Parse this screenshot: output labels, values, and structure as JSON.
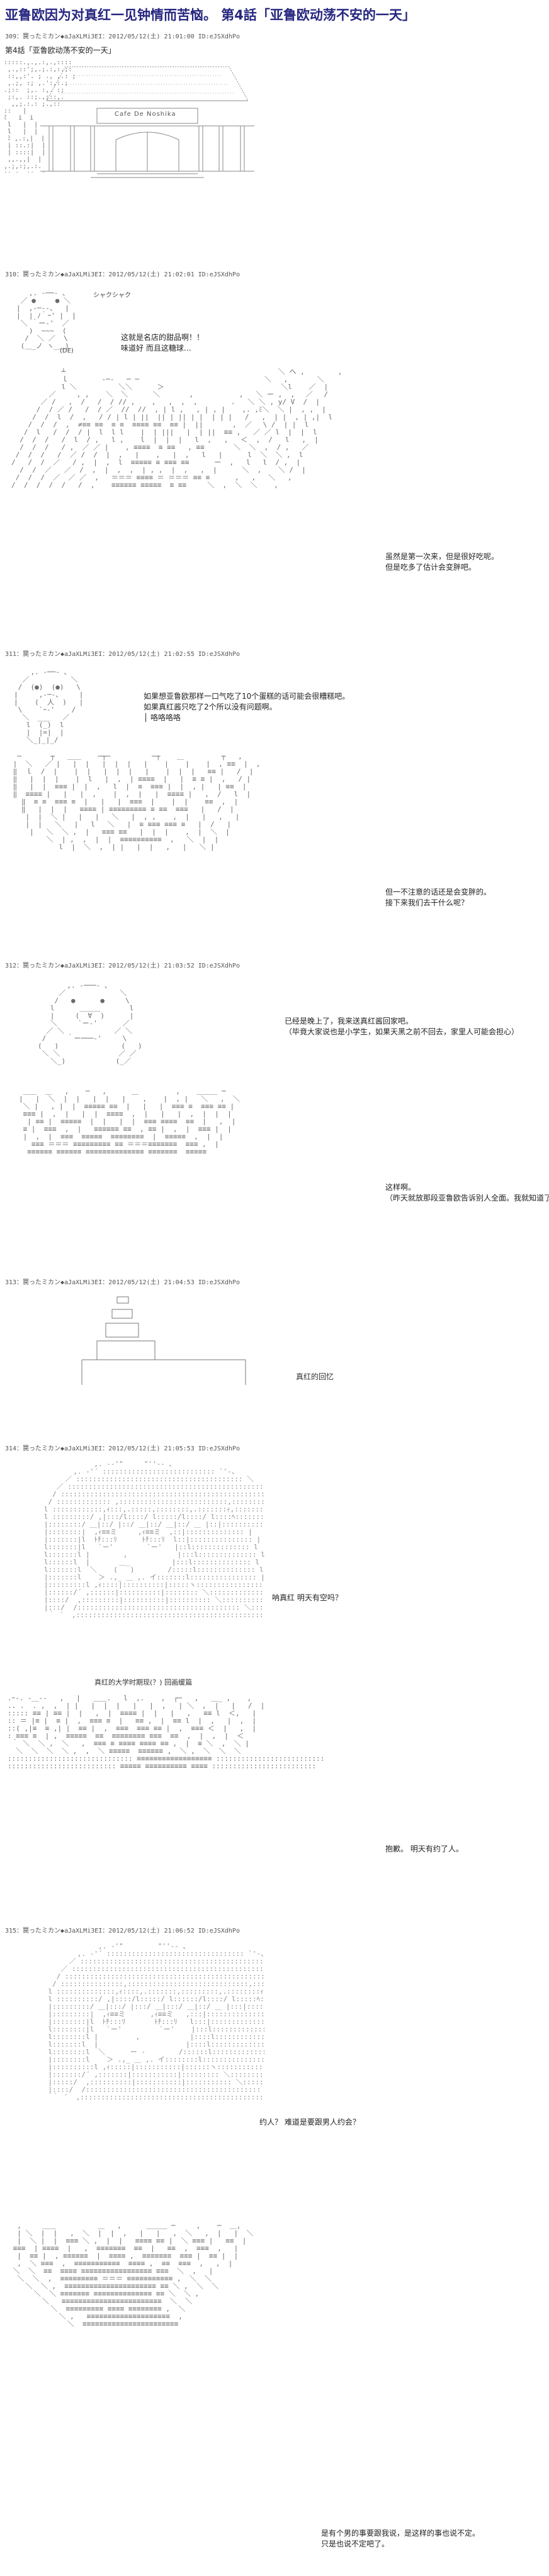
{
  "title": "亚鲁欧因为对真红一见钟情而苦恼。 第4話「亚鲁欧动荡不安的一天」",
  "posts": [
    {
      "header": "309：罠ったミカン◆aJaXLMi3EI：2012/05/12(土) 21:01:00 ID:eJSXdhPo",
      "chapter": "第4話「亚鲁欧动荡不安的一天」",
      "sign": "Cafe De Noshika"
    },
    {
      "header": "310：罠ったミカン◆aJaXLMi3EI：2012/05/12(土) 21:02:01 ID:eJSXdhPo",
      "sfx": "シャクシャク",
      "face_label": "(DE)",
      "lines_a": [
        "这就是名店的甜品啊！！",
        "味道好 而且这糖球…"
      ],
      "lines_b": [
        "虽然是第一次来，但是很好吃呢。",
        "",
        "但是吃多了估计会变胖吧。"
      ]
    },
    {
      "header": "311：罠ったミカン◆aJaXLMi3EI：2012/05/12(土) 21:02:55 ID:eJSXdhPo",
      "lines_a": [
        "如果想亚鲁欧那样一口气吃了10个蛋糕的话可能会很糟糕吧。",
        "",
        "如果真红酱只吃了2个所以没有问题啊。",
        "│ 咯咯咯咯"
      ],
      "lines_b": [
        "但一不注意的话还是会变胖的。",
        "",
        "接下来我们去干什么呢？"
      ]
    },
    {
      "header": "312：罠ったミカン◆aJaXLMi3EI：2012/05/12(土) 21:03:52 ID:eJSXdhPo",
      "lines_a": [
        "已经是晚上了，我来送真红酱回家吧。",
        "",
        "（毕竟大家说也是小学生，如果天黑之前不回去，家里人可能会担心）"
      ],
      "lines_b": [
        "这样啊。",
        "",
        "（昨天就放那段亚鲁欧告诉别人全面。我就知道了吧。）"
      ]
    },
    {
      "header": "313：罠ったミカン◆aJaXLMi3EI：2012/05/12(土) 21:04:53 ID:eJSXdhPo",
      "caption": "真红的回忆"
    },
    {
      "header": "314：罠ったミカン◆aJaXLMi3EI：2012/05/12(土) 21:05:53 ID:eJSXdhPo",
      "line_a": "呐真红 明天有空吗？",
      "caption": "真红的大学时期现(？)  回画缓篇",
      "line_b": "抱歉。 明天有约了人。"
    },
    {
      "header": "315：罠ったミカン◆aJaXLMi3EI：2012/05/12(土) 21:06:52 ID:eJSXdhPo",
      "line_a": "约人？ 难道是要跟男人约会？",
      "lines_b": [
        "是有个男的事要跟我说，是这样的事也说不定。",
        "只是也说不定吧了。"
      ]
    }
  ]
}
